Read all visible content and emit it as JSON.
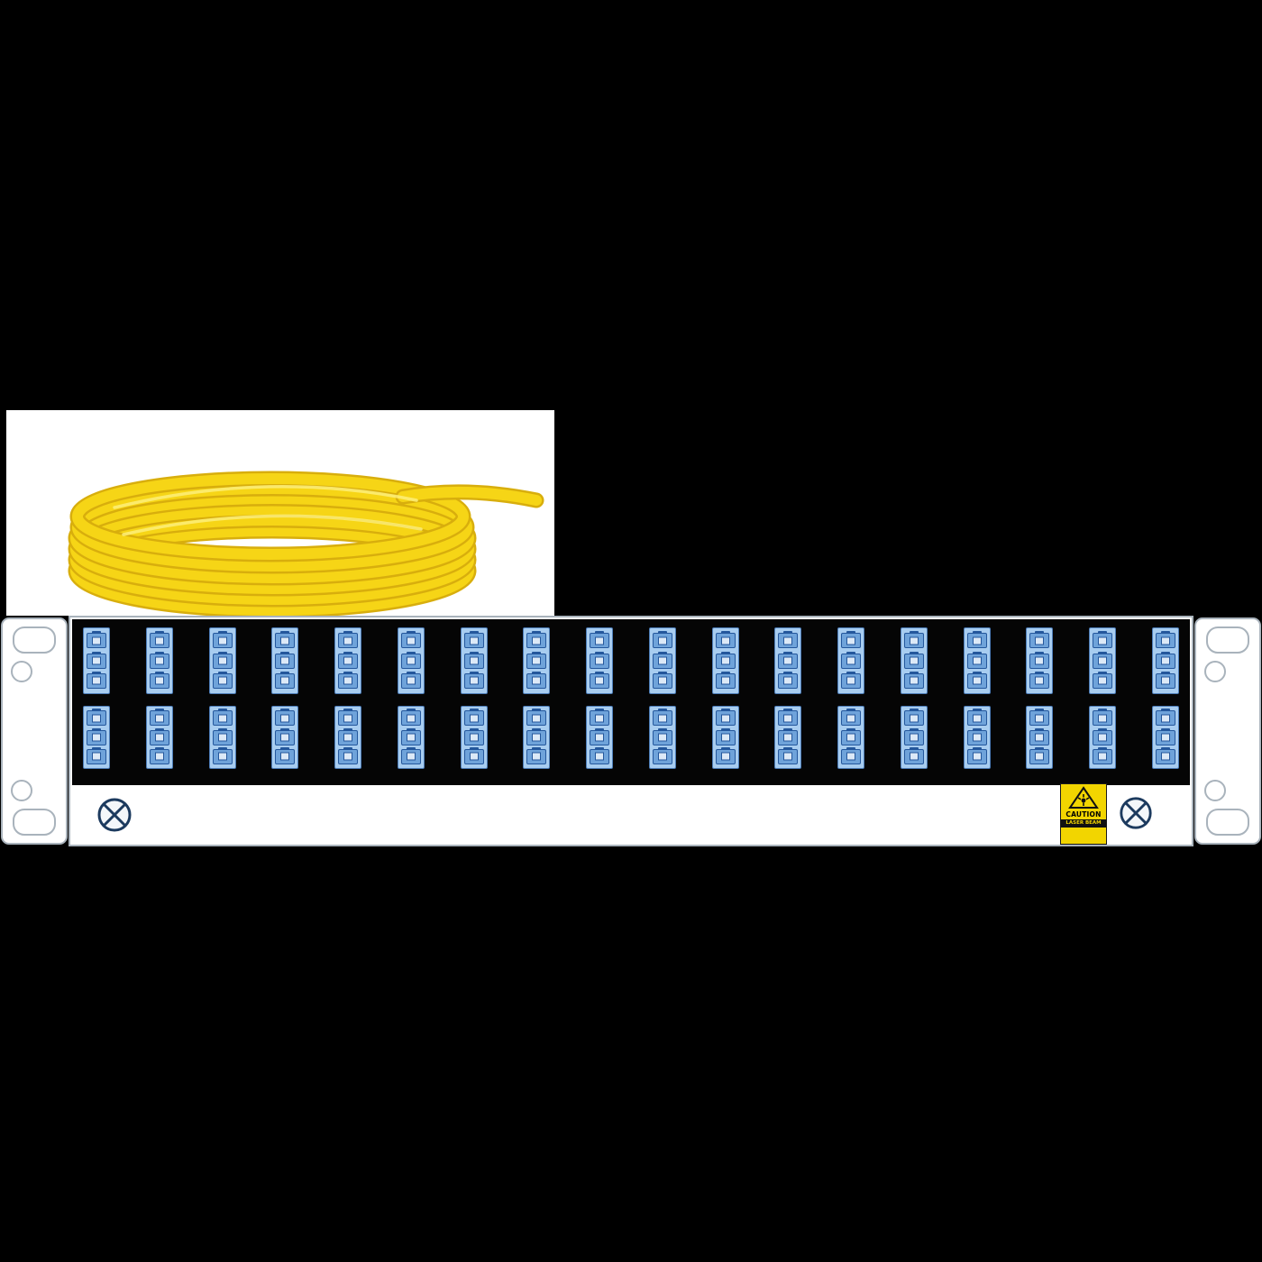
{
  "scene": {
    "background": "#000000"
  },
  "cable_photo": {
    "background": "#ffffff",
    "cable_color": "#f6d516",
    "cable_shade": "#d8ae0d",
    "cable_highlight": "#fdef7a"
  },
  "panel": {
    "faceplate_color": "#ffffff",
    "border_color": "#a9b3bc",
    "body_color": "#050505",
    "adapter_rows": 2,
    "adapter_columns": 18,
    "ports_per_adapter": 3,
    "adapter_color": "#a8cdf0",
    "port_color": "#6fa3da",
    "port_detail_color": "#24579c",
    "screw_color": "#1c3a5e",
    "caution_label": {
      "background": "#f2d500",
      "line1": "CAUTION",
      "line2": "LASER BEAM"
    }
  }
}
